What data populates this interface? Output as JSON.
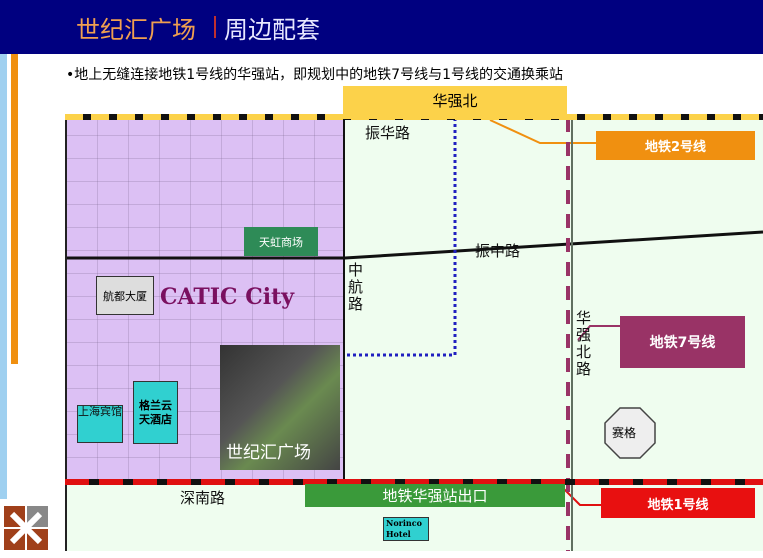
{
  "header": {
    "title": "世纪汇广场",
    "subtitle": "周边配套"
  },
  "bullet": "•地上无缝连接地铁1号线的华强站，即规划中的地铁7号线与1号线的交通换乘站",
  "map": {
    "huaqiangbei": "华强北",
    "roads": {
      "zhenhua": "振华路",
      "zhenzhong": "振中路",
      "zhonghang": "中航路",
      "huaqiangbei_road": "华强北路",
      "shennan": "深南路"
    },
    "buildings": {
      "tianhong": "天虹商场",
      "hangdu": "航都大厦",
      "catic": "CATIC City",
      "shanghai_hotel": "上海宾馆",
      "grand_skylight": "格兰云天酒店",
      "century_plaza": "世纪汇广场",
      "saige": "赛格",
      "norinco": "Norinco Hotel"
    },
    "exit": "地铁华强站出口",
    "lines": {
      "line2": "地铁2号线",
      "line7": "地铁7号线",
      "line1": "地铁1号线"
    }
  },
  "colors": {
    "header": "#000080",
    "line2": "#f09010",
    "line7": "#993366",
    "line1": "#e01010"
  }
}
